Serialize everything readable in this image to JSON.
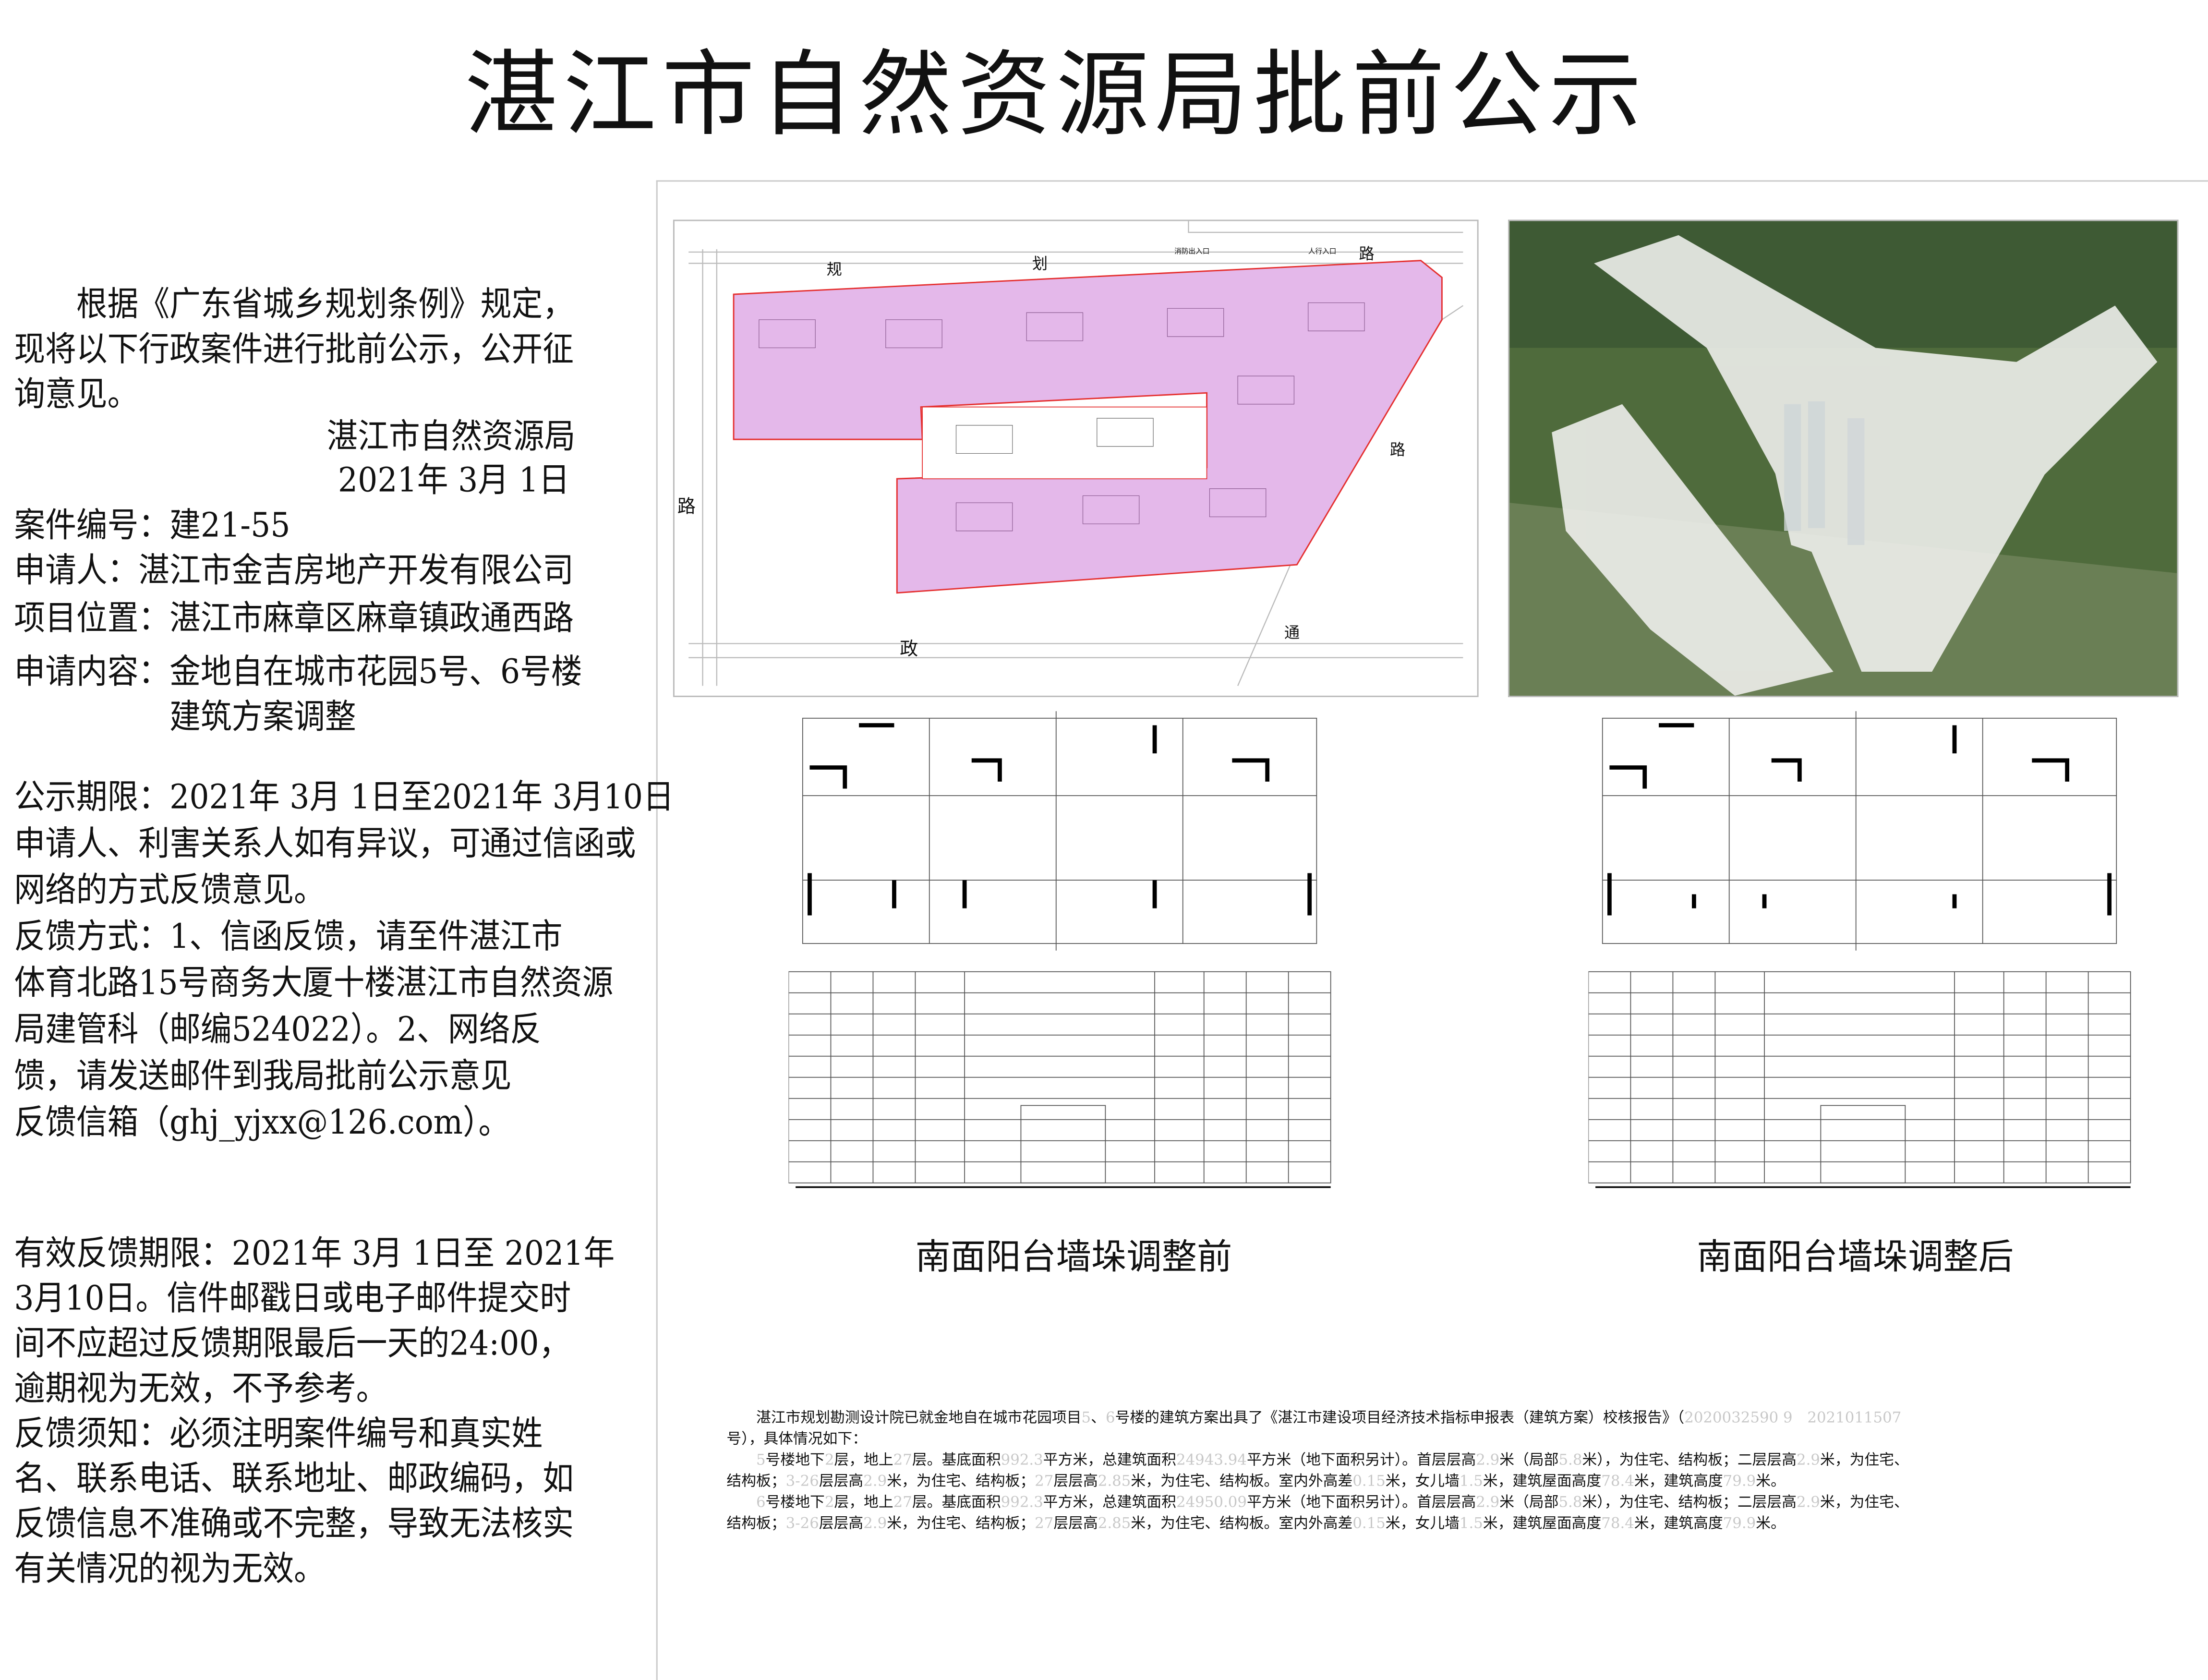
{
  "title": "湛江市自然资源局批前公示",
  "notice": {
    "intro": [
      "　　根据《广东省城乡规划条例》规定，",
      "现将以下行政案件进行批前公示，公开征",
      "询意见。"
    ],
    "issuer": "湛江市自然资源局",
    "date": "2021年 3月 1日",
    "case_no": "案件编号：建21-55",
    "applicant": "申请人：湛江市金吉房地产开发有限公司",
    "location": "项目位置：湛江市麻章区麻章镇政通西路",
    "content": [
      "申请内容：金地自在城市花园5号、6号楼",
      "　　　　　建筑方案调整"
    ],
    "period": [
      "公示期限：2021年 3月 1日至2021年 3月10日",
      "申请人、利害关系人如有异议，可通过信函或",
      "网络的方式反馈意见。",
      "反馈方式：1、信函反馈，请至件湛江市",
      "体育北路15号商务大厦十楼湛江市自然资源",
      "局建管科（邮编524022）。2、网络反",
      "馈，请发送邮件到我局批前公示意见",
      " 反馈信箱（ghj_yjxx@126.com）。"
    ],
    "validity": [
      "有效反馈期限：2021年 3月 1日至 2021年",
      "  3月10日。信件邮戳日或电子邮件提交时",
      "间不应超过反馈期限最后一天的24:00，",
      "逾期视为无效，不予参考。",
      "反馈须知：必须注明案件编号和真实姓",
      "名、联系电话、联系地址、邮政编码，如",
      "反馈信息不准确或不完整，导致无法核实",
      "有关情况的视为无效。"
    ]
  },
  "site_plan": {
    "road_labels": [
      "规",
      "划",
      "路",
      "路",
      "路",
      "政",
      "通"
    ],
    "entrance_labels": [
      "消防出入口",
      "人行入口"
    ],
    "site_color": "#e4b8ea",
    "boundary_color": "#e53030"
  },
  "drawings": {
    "caption_before": "南面阳台墙垛调整前",
    "caption_after": "南面阳台墙垛调整后"
  },
  "report": {
    "lines": [
      [
        [
          "　　湛江市规划勘测设计院已就金地自在城市花园项目",
          0
        ],
        [
          "5",
          1
        ],
        [
          "、",
          0
        ],
        [
          "6",
          1
        ],
        [
          "号楼的建筑方案出具了《湛江市建设项目经济技术指标申报表（建筑方案）校核报告》（",
          0
        ],
        [
          "2020032590 9　2021011507",
          1
        ]
      ],
      [
        [
          "号），具体情况如下：",
          0
        ]
      ],
      [
        [
          "　　",
          0
        ],
        [
          "5",
          1
        ],
        [
          "号楼地下",
          0
        ],
        [
          "2",
          1
        ],
        [
          "层，地上",
          0
        ],
        [
          "27",
          1
        ],
        [
          "层。基底面积",
          0
        ],
        [
          "992.3",
          1
        ],
        [
          "平方米，总建筑面积",
          0
        ],
        [
          "24943.94",
          1
        ],
        [
          "平方米（地下面积另计）。首层层高",
          0
        ],
        [
          "2.9",
          1
        ],
        [
          "米（局部",
          0
        ],
        [
          "5.8",
          1
        ],
        [
          "米），为住宅、结构板；二层层高",
          0
        ],
        [
          "2.9",
          1
        ],
        [
          "米，为住宅、",
          0
        ]
      ],
      [
        [
          "结构板；",
          0
        ],
        [
          "3-26",
          1
        ],
        [
          "层层高",
          0
        ],
        [
          "2.9",
          1
        ],
        [
          "米，为住宅、结构板；",
          0
        ],
        [
          "27",
          1
        ],
        [
          "层层高",
          0
        ],
        [
          "2.85",
          1
        ],
        [
          "米，为住宅、结构板。室内外高差",
          0
        ],
        [
          "0.15",
          1
        ],
        [
          "米，女儿墙",
          0
        ],
        [
          "1.5",
          1
        ],
        [
          "米，建筑屋面高度",
          0
        ],
        [
          "78.4",
          1
        ],
        [
          "米，建筑高度",
          0
        ],
        [
          "79.9",
          1
        ],
        [
          "米。",
          0
        ]
      ],
      [
        [
          "　　",
          0
        ],
        [
          "6",
          1
        ],
        [
          "号楼地下",
          0
        ],
        [
          "2",
          1
        ],
        [
          "层，地上",
          0
        ],
        [
          "27",
          1
        ],
        [
          "层。基底面积",
          0
        ],
        [
          "992.3",
          1
        ],
        [
          "平方米，总建筑面积",
          0
        ],
        [
          "24950.09",
          1
        ],
        [
          "平方米（地下面积另计）。首层层高",
          0
        ],
        [
          "2.9",
          1
        ],
        [
          "米（局部",
          0
        ],
        [
          "5.8",
          1
        ],
        [
          "米），为住宅、结构板；二层层高",
          0
        ],
        [
          "2.9",
          1
        ],
        [
          "米，为住宅、",
          0
        ]
      ],
      [
        [
          "结构板；",
          0
        ],
        [
          "3-26",
          1
        ],
        [
          "层层高",
          0
        ],
        [
          "2.9",
          1
        ],
        [
          "米，为住宅、结构板；",
          0
        ],
        [
          "27",
          1
        ],
        [
          "层层高",
          0
        ],
        [
          "2.85",
          1
        ],
        [
          "米，为住宅、结构板。室内外高差",
          0
        ],
        [
          "0.15",
          1
        ],
        [
          "米，女儿墙",
          0
        ],
        [
          "1.5",
          1
        ],
        [
          "米，建筑屋面高度",
          0
        ],
        [
          "78.4",
          1
        ],
        [
          "米，建筑高度",
          0
        ],
        [
          "79.9",
          1
        ],
        [
          "米。",
          0
        ]
      ]
    ]
  }
}
